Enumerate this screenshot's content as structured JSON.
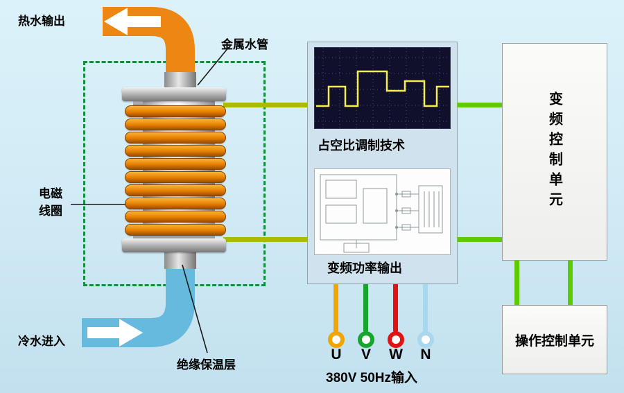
{
  "left_diagram": {
    "hot_water_label": "热水输出",
    "metal_pipe_label": "金属水管",
    "coil_label_line1": "电磁",
    "coil_label_line2": "线圈",
    "cold_water_label": "冷水进入",
    "insulation_label": "绝缘保温层"
  },
  "middle_panel": {
    "duty_cycle_label": "占空比调制技术",
    "power_output_label": "变频功率输出"
  },
  "power_input": {
    "phases": [
      {
        "label": "U",
        "color": "#f2a500"
      },
      {
        "label": "V",
        "color": "#17a52e"
      },
      {
        "label": "W",
        "color": "#e31212"
      },
      {
        "label": "N",
        "color": "#a9d7ee"
      }
    ],
    "spec_label": "380V 50Hz输入"
  },
  "right_column": {
    "vfd_unit_label": "变频控制单元",
    "operation_unit_label": "操作控制单元"
  },
  "colors": {
    "hot_pipe": "#ee8614",
    "cold_pipe": "#66bade",
    "dashed_border": "#0f8f3c",
    "signal_wire": "#aeba00",
    "control_wire": "#5ecb00"
  }
}
